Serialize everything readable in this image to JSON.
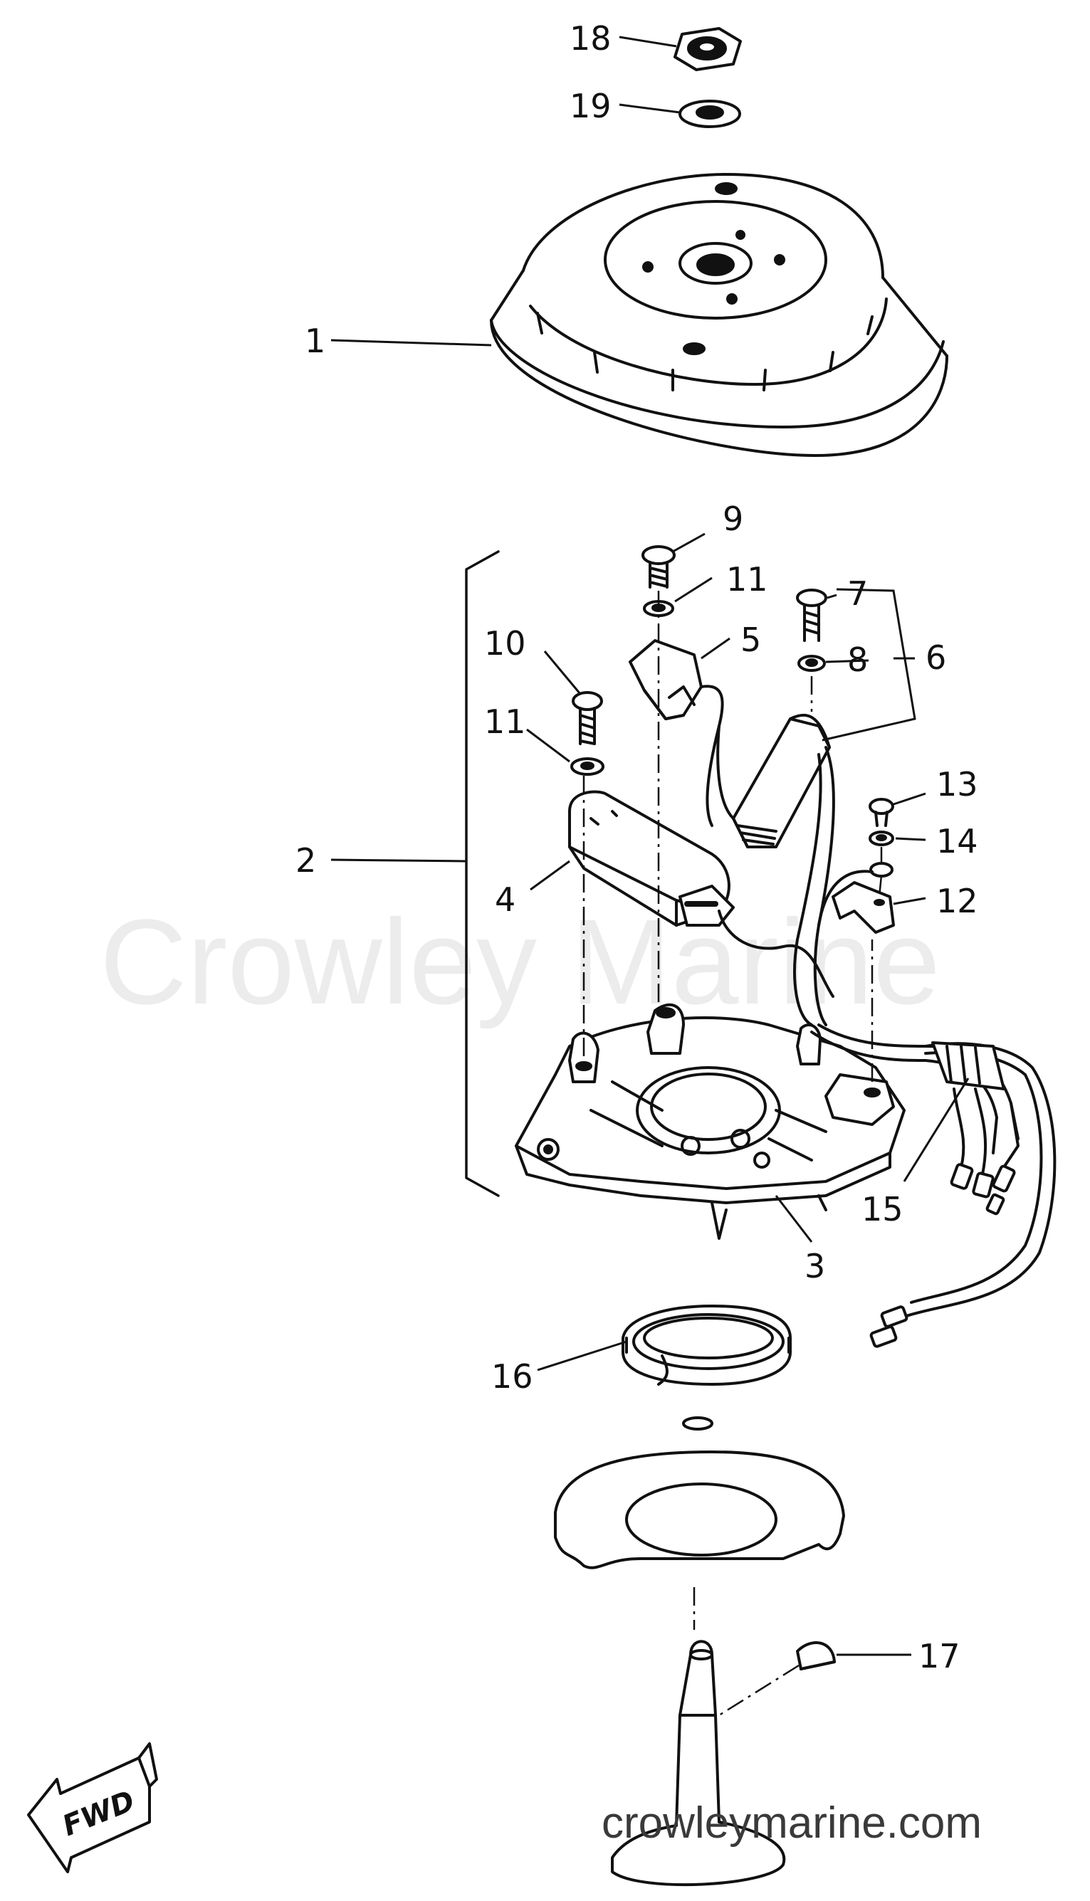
{
  "watermark": "Crowley Marine",
  "credit": "crowleymarine.com",
  "direction_tag": "FWD",
  "callouts": [
    {
      "id": "1",
      "label": "1"
    },
    {
      "id": "2",
      "label": "2"
    },
    {
      "id": "3",
      "label": "3"
    },
    {
      "id": "4",
      "label": "4"
    },
    {
      "id": "5",
      "label": "5"
    },
    {
      "id": "6",
      "label": "6"
    },
    {
      "id": "7",
      "label": "7"
    },
    {
      "id": "8",
      "label": "8"
    },
    {
      "id": "9",
      "label": "9"
    },
    {
      "id": "10",
      "label": "10"
    },
    {
      "id": "11a",
      "label": "11"
    },
    {
      "id": "11b",
      "label": "11"
    },
    {
      "id": "12",
      "label": "12"
    },
    {
      "id": "13",
      "label": "13"
    },
    {
      "id": "14",
      "label": "14"
    },
    {
      "id": "15",
      "label": "15"
    },
    {
      "id": "16",
      "label": "16"
    },
    {
      "id": "17",
      "label": "17"
    },
    {
      "id": "18",
      "label": "18"
    },
    {
      "id": "19",
      "label": "19"
    }
  ]
}
